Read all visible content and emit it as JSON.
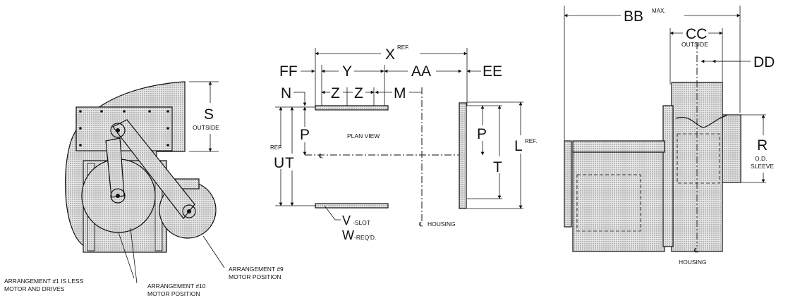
{
  "left_view": {
    "dim_s": "S",
    "dim_s_note": "OUTSIDE",
    "notes": {
      "arr1": [
        "ARRANGEMENT #1 IS LESS",
        "MOTOR AND DRIVES"
      ],
      "arr10": [
        "ARRANGEMENT #10",
        "MOTOR POSITION"
      ],
      "arr9": [
        "ARRANGEMENT #9",
        "MOTOR POSITION"
      ]
    }
  },
  "plan_view": {
    "title": "PLAN VIEW",
    "x": "X",
    "x_ref": "REF.",
    "ff": "FF",
    "y": "Y",
    "aa": "AA",
    "ee": "EE",
    "n": "N",
    "z1": "Z",
    "z2": "Z",
    "m": "M",
    "p_left": "P",
    "p_right": "P",
    "u": "U",
    "u_ref": "REF.",
    "t_left": "T",
    "t_right": "T",
    "l": "L",
    "l_ref": "REF.",
    "cl_mark": "℄",
    "v": "V",
    "v_note": "-SLOT",
    "w": "W",
    "w_note": "-REQ'D.",
    "housing": "HOUSING",
    "housing_cl": "℄"
  },
  "side_view": {
    "bb": "BB",
    "bb_note": "MAX.",
    "cc": "CC",
    "cc_note": "OUTSIDE",
    "dd": "DD",
    "r": "R",
    "r_note1": "O.D.",
    "r_note2": "SLEEVE",
    "housing": "HOUSING",
    "housing_cl": "℄"
  }
}
